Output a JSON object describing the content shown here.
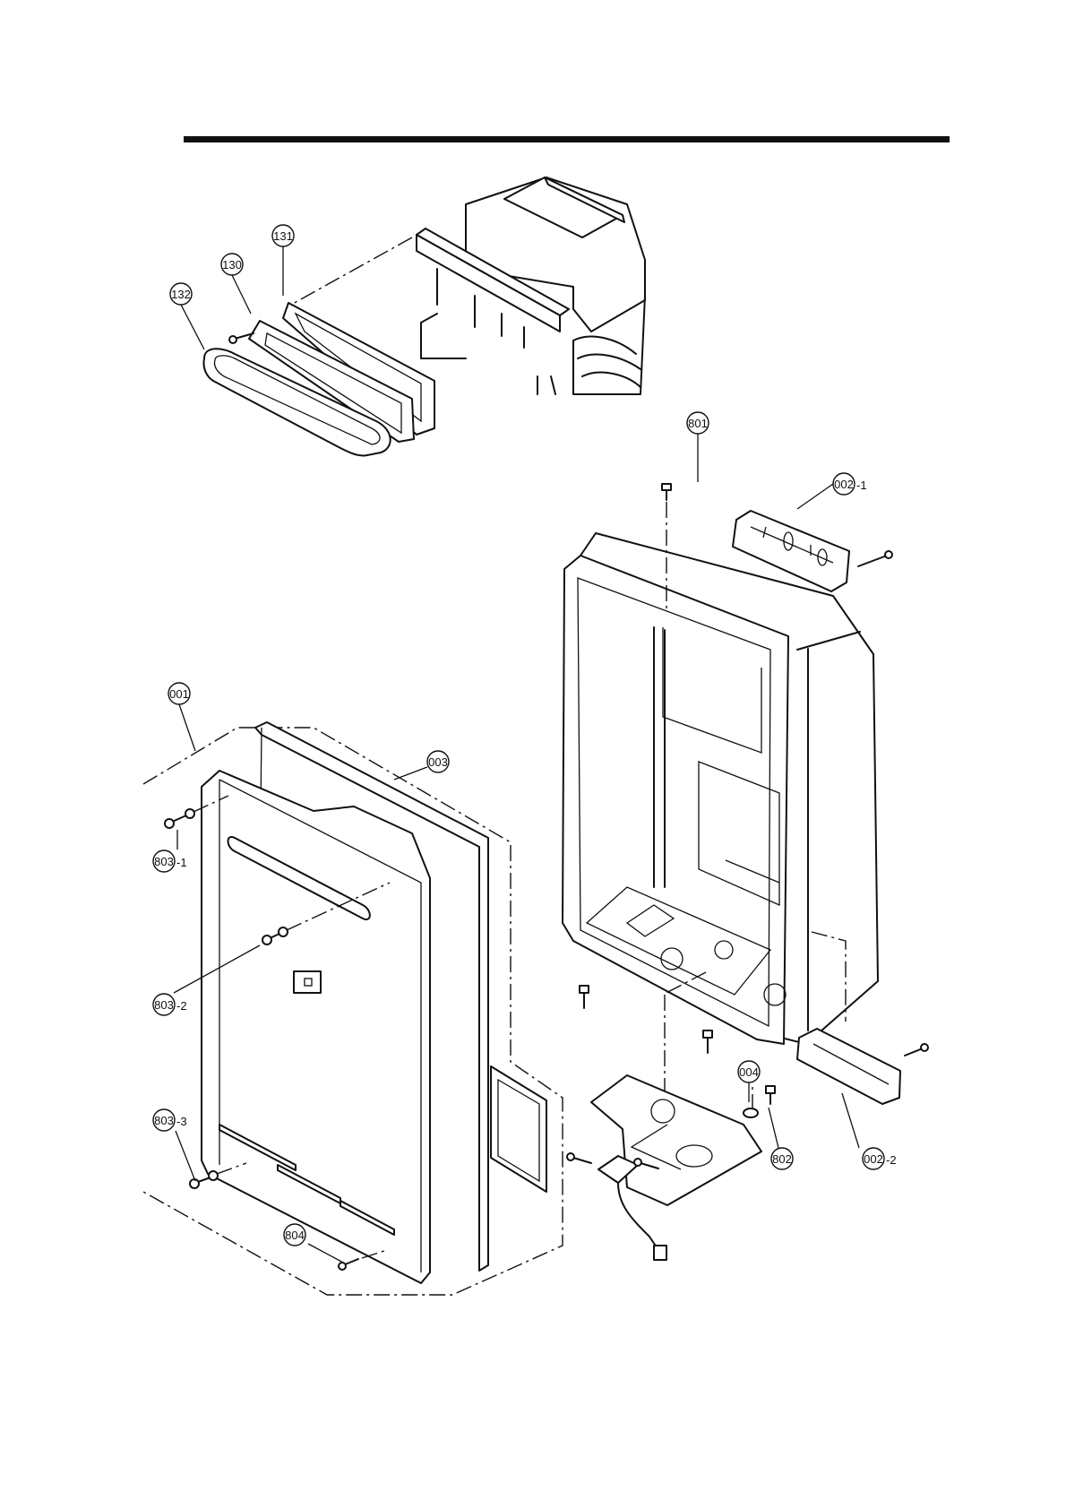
{
  "diagram": {
    "parts": [
      {
        "id": "p131",
        "num": "131",
        "suffix": ""
      },
      {
        "id": "p130",
        "num": "130",
        "suffix": ""
      },
      {
        "id": "p132",
        "num": "132",
        "suffix": ""
      },
      {
        "id": "p801",
        "num": "801",
        "suffix": ""
      },
      {
        "id": "p002-1",
        "num": "002",
        "suffix": "-1"
      },
      {
        "id": "p001",
        "num": "001",
        "suffix": ""
      },
      {
        "id": "p003",
        "num": "003",
        "suffix": ""
      },
      {
        "id": "p803-1",
        "num": "803",
        "suffix": "-1"
      },
      {
        "id": "p803-2",
        "num": "803",
        "suffix": "-2"
      },
      {
        "id": "p803-3",
        "num": "803",
        "suffix": "-3"
      },
      {
        "id": "p804",
        "num": "804",
        "suffix": ""
      },
      {
        "id": "p004",
        "num": "004",
        "suffix": ""
      },
      {
        "id": "p802",
        "num": "802",
        "suffix": ""
      },
      {
        "id": "p002-2",
        "num": "002",
        "suffix": "-2"
      }
    ]
  }
}
